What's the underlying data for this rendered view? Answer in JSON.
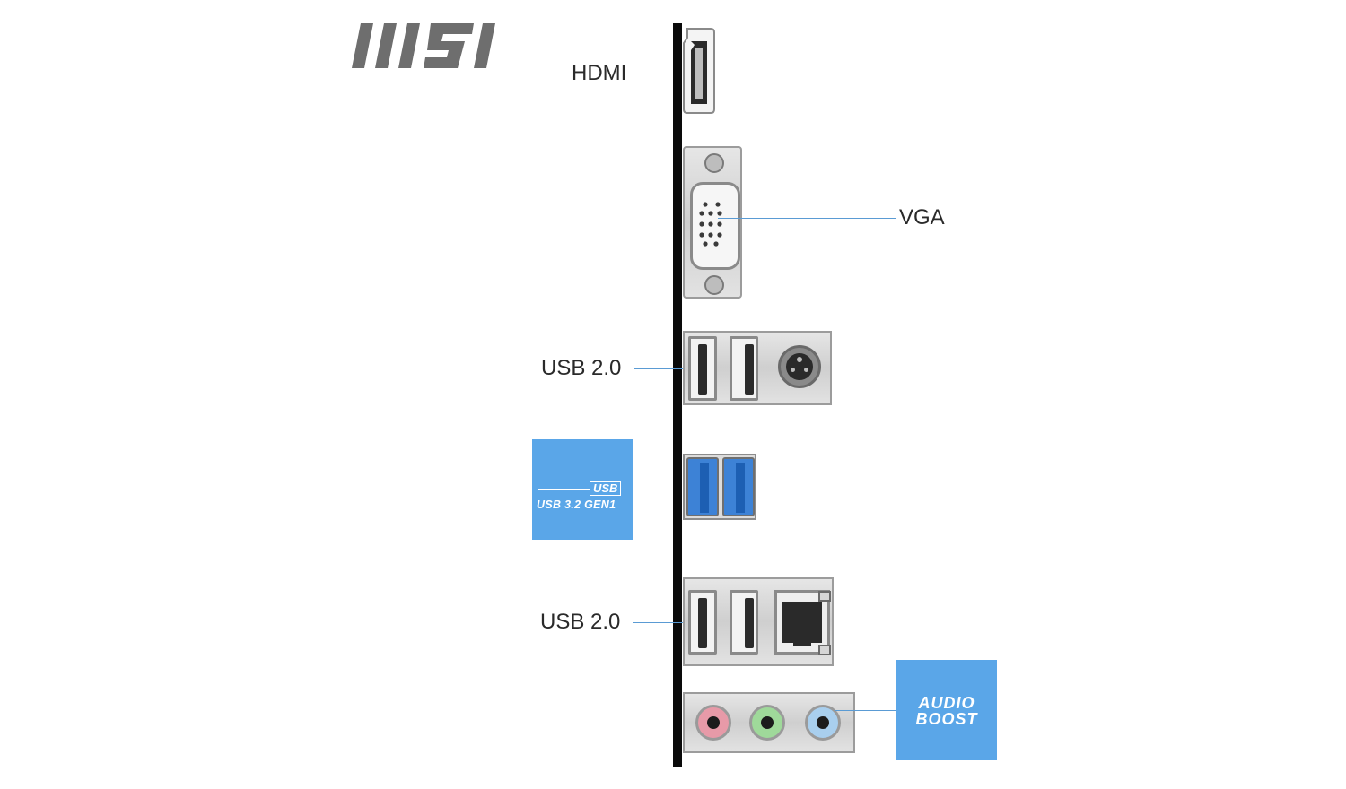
{
  "brand": {
    "logo_text": "MSI"
  },
  "ports": {
    "hdmi_label": "HDMI",
    "vga_label": "VGA",
    "usb2_top_label": "USB 2.0",
    "usb2_bottom_label": "USB 2.0"
  },
  "badges": {
    "usb32": {
      "top_text": "USB",
      "bottom_text": "USB 3.2 GEN1"
    },
    "audio": {
      "line1": "AUDIO",
      "line2": "BOOST"
    }
  },
  "colors": {
    "badge_blue": "#5aa6e8",
    "leader_line": "#5a9bd4",
    "usb3_blue": "#3d82d6",
    "audio_pink": "#e79aa8",
    "audio_green": "#9fd99a",
    "audio_blue": "#a9cfee"
  }
}
